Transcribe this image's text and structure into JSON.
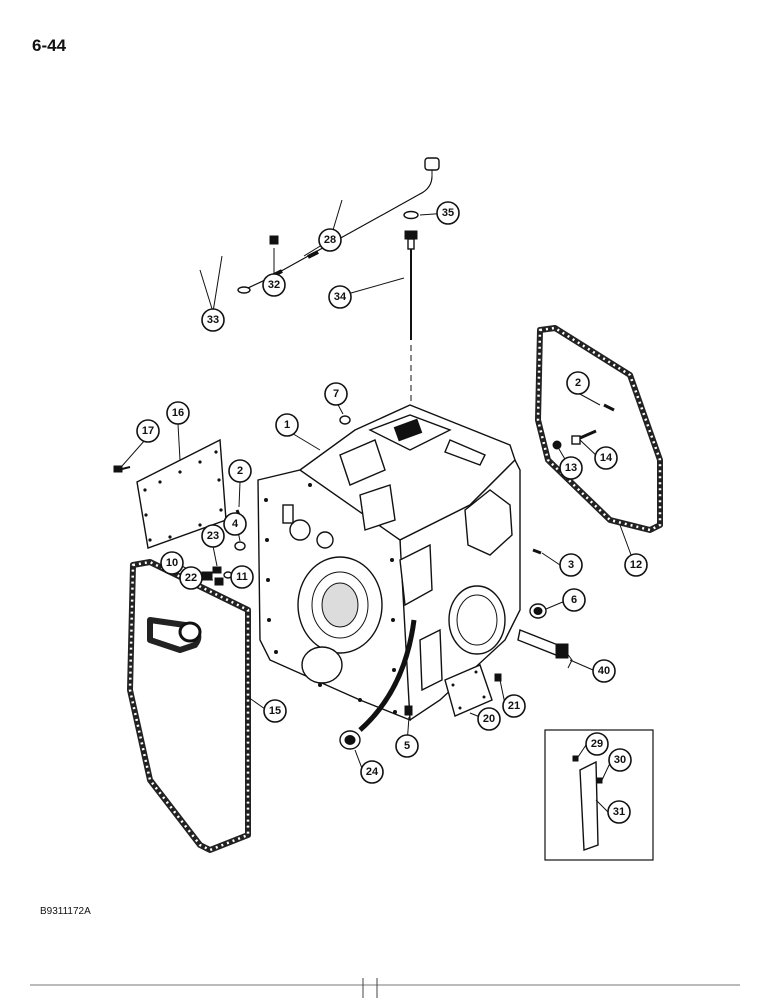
{
  "page": {
    "number": "6-44",
    "figure_code": "B9311172A"
  },
  "callouts": [
    {
      "id": "c1",
      "label": "1"
    },
    {
      "id": "c2a",
      "label": "2"
    },
    {
      "id": "c2b",
      "label": "2"
    },
    {
      "id": "c3",
      "label": "3"
    },
    {
      "id": "c4",
      "label": "4"
    },
    {
      "id": "c5",
      "label": "5"
    },
    {
      "id": "c6",
      "label": "6"
    },
    {
      "id": "c7",
      "label": "7"
    },
    {
      "id": "c10",
      "label": "10"
    },
    {
      "id": "c11",
      "label": "11"
    },
    {
      "id": "c12",
      "label": "12"
    },
    {
      "id": "c13",
      "label": "13"
    },
    {
      "id": "c14",
      "label": "14"
    },
    {
      "id": "c15",
      "label": "15"
    },
    {
      "id": "c16",
      "label": "16"
    },
    {
      "id": "c17",
      "label": "17"
    },
    {
      "id": "c20",
      "label": "20"
    },
    {
      "id": "c21",
      "label": "21"
    },
    {
      "id": "c22",
      "label": "22"
    },
    {
      "id": "c23",
      "label": "23"
    },
    {
      "id": "c24",
      "label": "24"
    },
    {
      "id": "c28",
      "label": "28"
    },
    {
      "id": "c29",
      "label": "29"
    },
    {
      "id": "c30",
      "label": "30"
    },
    {
      "id": "c31",
      "label": "31"
    },
    {
      "id": "c32",
      "label": "32"
    },
    {
      "id": "c33",
      "label": "33"
    },
    {
      "id": "c34",
      "label": "34"
    },
    {
      "id": "c35",
      "label": "35"
    },
    {
      "id": "c40",
      "label": "40"
    }
  ]
}
